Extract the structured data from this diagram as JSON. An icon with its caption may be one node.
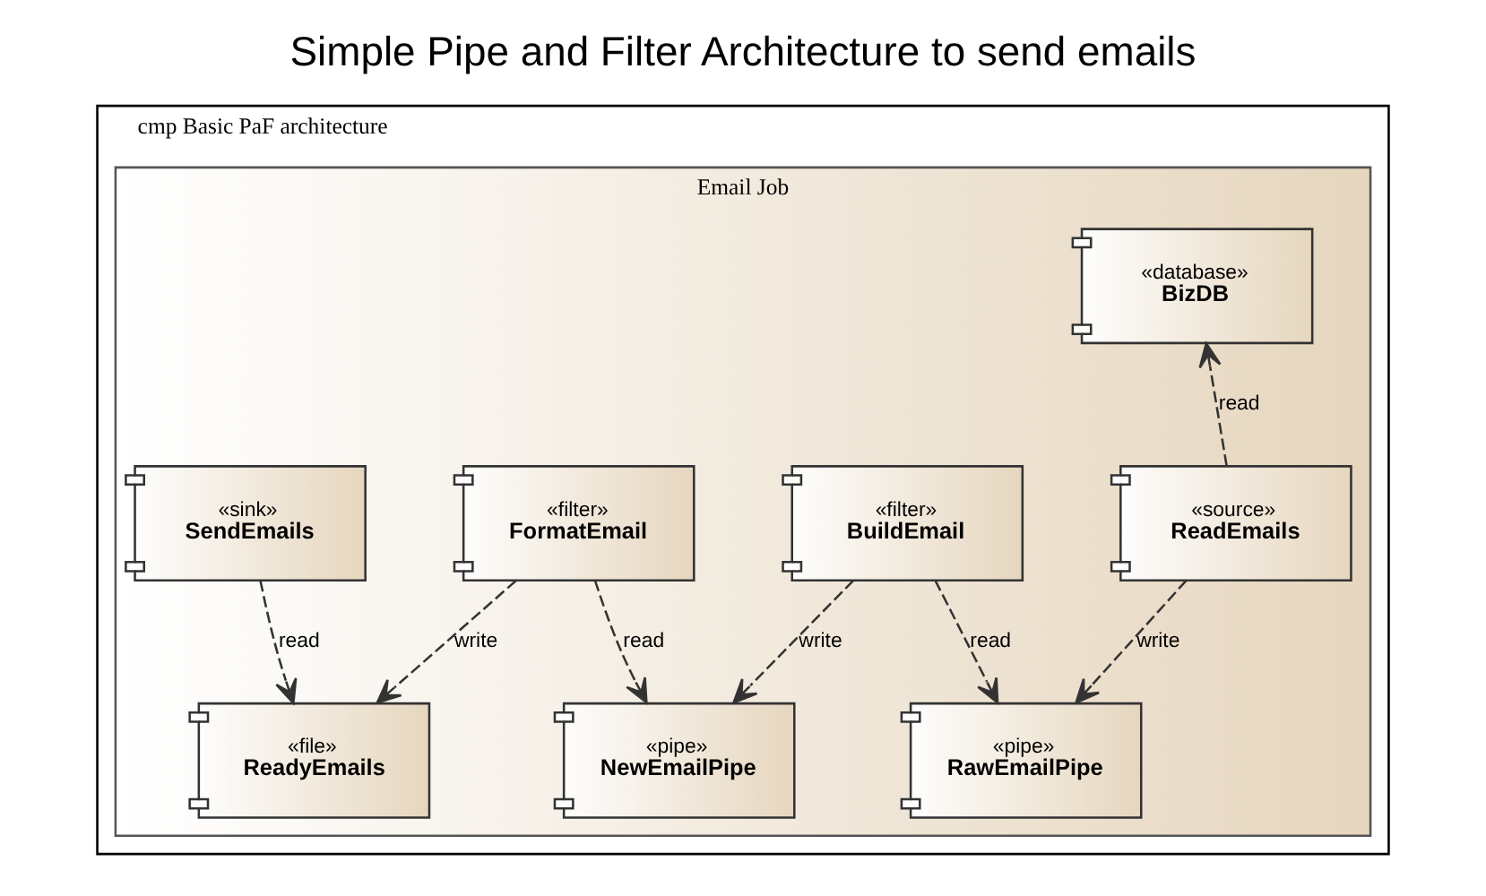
{
  "diagram": {
    "title": "Simple Pipe and Filter Architecture to send emails",
    "nodes": [
      {
        "text": [
          "cmp Basic PaF architecture"
        ]
      },
      {
        "text": [
          "Email Job"
        ],
        "in": 0
      },
      {
        "text": [
          "«database»",
          "BizDB"
        ],
        "in": 1
      },
      {
        "text": [
          "«source»",
          "ReadEmails"
        ],
        "in": 1
      },
      {
        "text": [
          "«filter»",
          "BuildEmail"
        ],
        "in": 1
      },
      {
        "text": [
          "«filter»",
          "FormatEmail"
        ],
        "in": 1
      },
      {
        "text": [
          "«sink»",
          "SendEmails"
        ],
        "in": 1
      },
      {
        "text": [
          "«pipe»",
          "RawEmailPipe"
        ],
        "in": 1
      },
      {
        "text": [
          "«pipe»",
          "NewEmailPipe"
        ],
        "in": 1
      },
      {
        "text": [
          "«file»",
          "ReadyEmails"
        ],
        "in": 1
      }
    ],
    "edges": [
      {
        "from": 3,
        "to": 2,
        "arrow": "to",
        "label": "read",
        "style": "dashed"
      },
      {
        "from": 3,
        "to": 7,
        "arrow": "to",
        "label": "write",
        "style": "dashed"
      },
      {
        "from": 4,
        "to": 7,
        "arrow": "to",
        "label": "read",
        "style": "dashed"
      },
      {
        "from": 4,
        "to": 8,
        "arrow": "to",
        "label": "write",
        "style": "dashed"
      },
      {
        "from": 5,
        "to": 8,
        "arrow": "to",
        "label": "read",
        "style": "dashed"
      },
      {
        "from": 5,
        "to": 9,
        "arrow": "to",
        "label": "write",
        "style": "dashed"
      },
      {
        "from": 6,
        "to": 9,
        "arrow": "to",
        "label": "read",
        "style": "dashed"
      }
    ]
  }
}
